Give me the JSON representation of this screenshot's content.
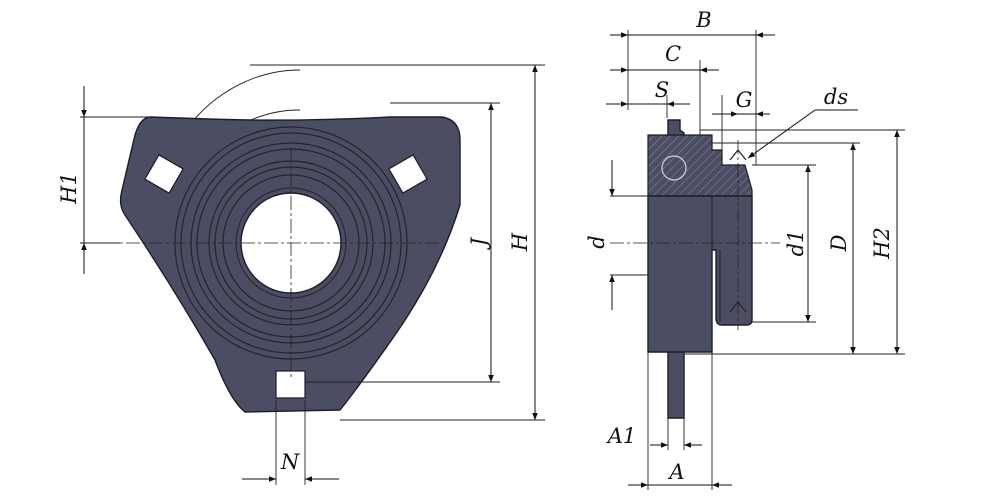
{
  "labels": {
    "B": "B",
    "C": "C",
    "S": "S",
    "G": "G",
    "ds": "ds",
    "H1": "H1",
    "J": "J",
    "H": "H",
    "d": "d",
    "d1": "d1",
    "D": "D",
    "H2": "H2",
    "A1": "A1",
    "A": "A",
    "N": "N"
  },
  "colors": {
    "body": "#4b4e62",
    "outline": "#1c1d27",
    "bore": "#ffffff",
    "lines": "#111111"
  }
}
